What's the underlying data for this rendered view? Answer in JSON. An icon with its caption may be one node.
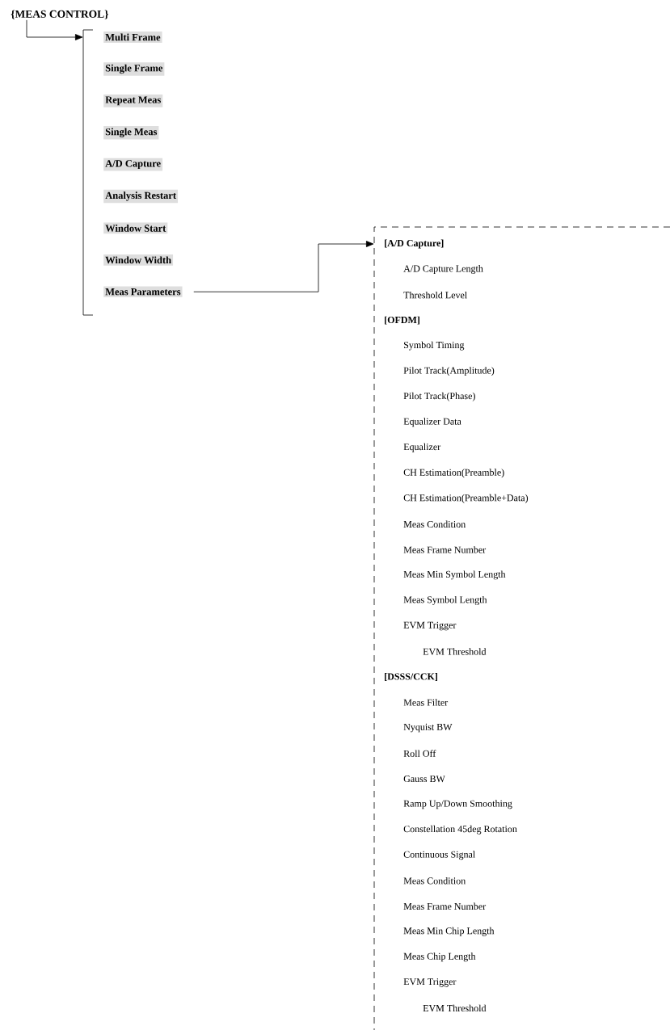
{
  "diagram": {
    "nodes": [
      {
        "text": [
          "{MEAS CONTROL}"
        ]
      },
      {
        "text": [],
        "shape": "bracket"
      },
      {
        "text": [
          "Multi Frame"
        ]
      },
      {
        "text": [
          "Single Frame"
        ]
      },
      {
        "text": [
          "Repeat Meas"
        ]
      },
      {
        "text": [
          "Single Meas"
        ]
      },
      {
        "text": [
          "A/D Capture"
        ]
      },
      {
        "text": [
          "Analysis Restart"
        ]
      },
      {
        "text": [
          "Window Start"
        ]
      },
      {
        "text": [
          "Window Width"
        ]
      },
      {
        "text": [
          "Meas Parameters"
        ]
      },
      {
        "text": [
          "[A/D Capture]",
          "A/D Capture Length",
          "Threshold Level",
          "[OFDM]",
          "Symbol Timing",
          "Pilot Track(Amplitude)",
          "Pilot Track(Phase)",
          "Equalizer Data",
          "Equalizer",
          "CH Estimation(Preamble)",
          "CH Estimation(Preamble+Data)",
          "Meas Condition",
          "Meas Frame Number",
          "Meas Min Symbol Length",
          "Meas Symbol Length",
          "EVM Trigger",
          "EVM Threshold",
          "[DSSS/CCK]",
          "Meas Filter",
          "Nyquist BW",
          "Roll Off",
          "Gauss BW",
          "Ramp Up/Down Smoothing",
          "Constellation 45deg Rotation",
          "Continuous Signal",
          "Meas Condition",
          "Meas Frame Number",
          "Meas Min Chip Length",
          "Meas Chip Length",
          "EVM Trigger",
          "EVM Threshold"
        ]
      }
    ],
    "edges": [
      {
        "from": 0,
        "to": 1,
        "arrow": "to"
      },
      {
        "from": 10,
        "to": 11,
        "arrow": "to"
      }
    ]
  }
}
